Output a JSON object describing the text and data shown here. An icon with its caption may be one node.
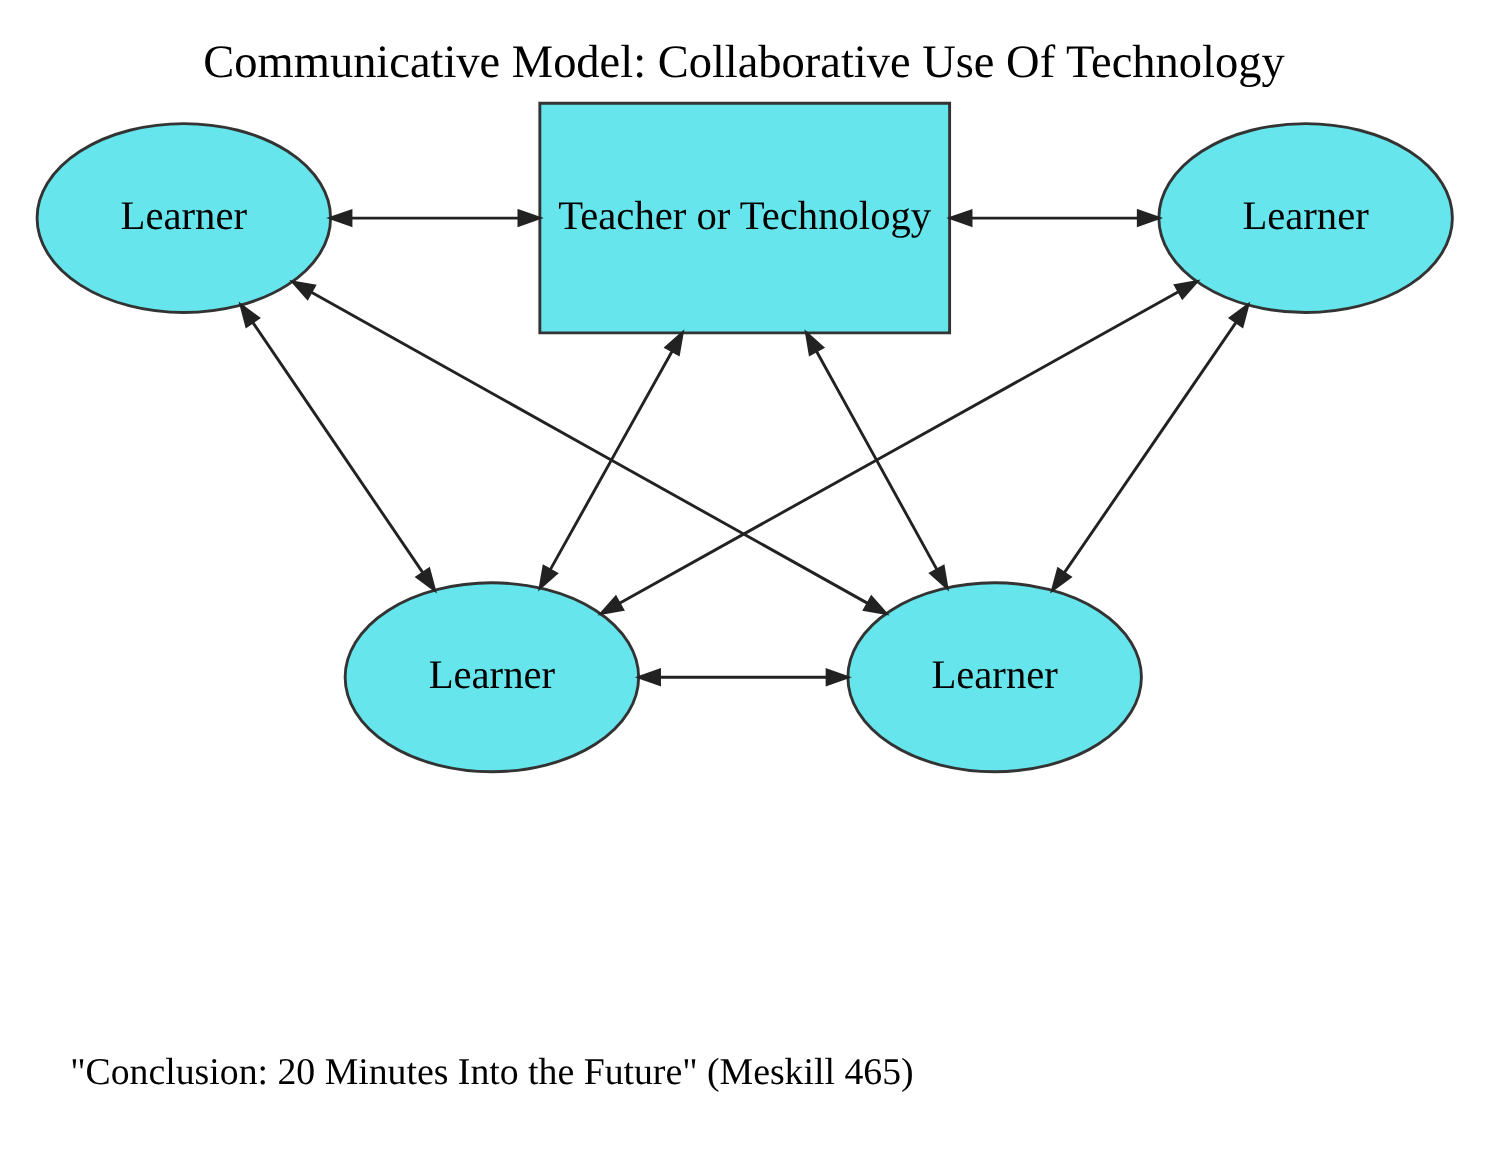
{
  "diagram": {
    "title": "Communicative Model: Collaborative Use Of Technology",
    "caption": "\"Conclusion: 20 Minutes Into the Future\" (Meskill 465)",
    "nodes": [
      {
        "text": [
          "Learner"
        ]
      },
      {
        "text": [
          "Teacher or Technology"
        ]
      },
      {
        "text": [
          "Learner"
        ]
      },
      {
        "text": [
          "Learner"
        ]
      },
      {
        "text": [
          "Learner"
        ]
      }
    ],
    "edges": [
      {
        "from": 0,
        "to": 1,
        "arrow": "both"
      },
      {
        "from": 1,
        "to": 2,
        "arrow": "both"
      },
      {
        "from": 0,
        "to": 3,
        "arrow": "both"
      },
      {
        "from": 0,
        "to": 4,
        "arrow": "both"
      },
      {
        "from": 1,
        "to": 3,
        "arrow": "both"
      },
      {
        "from": 1,
        "to": 4,
        "arrow": "both"
      },
      {
        "from": 2,
        "to": 3,
        "arrow": "both"
      },
      {
        "from": 2,
        "to": 4,
        "arrow": "both"
      },
      {
        "from": 3,
        "to": 4,
        "arrow": "both"
      }
    ]
  }
}
